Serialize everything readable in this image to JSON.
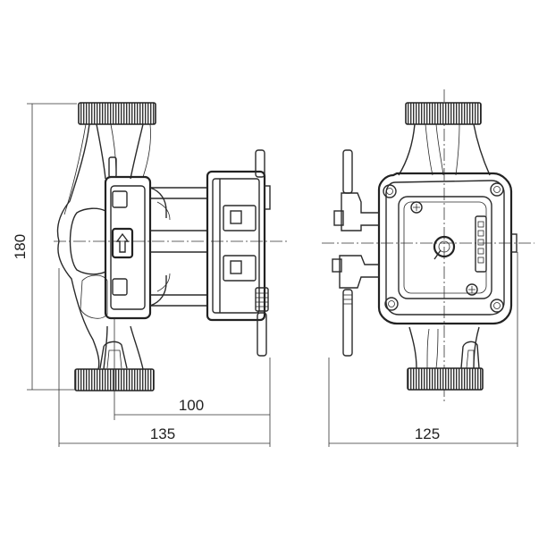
{
  "dimensions": {
    "height": "180",
    "depth_motor": "100",
    "depth_total": "135",
    "width": "125"
  },
  "colors": {
    "line": "#2a2a2a",
    "background": "#ffffff"
  }
}
